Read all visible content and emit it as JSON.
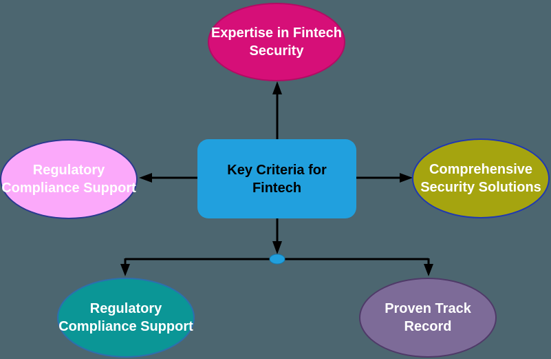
{
  "diagram": {
    "background_color": "#4c6670",
    "edge_color": "#000000",
    "center_node": {
      "label_lines": [
        "Key Criteria for",
        "Fintech"
      ],
      "fill": "#21a0de",
      "text_color": "#000000"
    },
    "nodes": [
      {
        "id": "expertise-in-fintech-security",
        "label_lines": [
          "Expertise in Fintech",
          "Security"
        ],
        "fill": "#d60f78",
        "border_color": "#b10c63",
        "text_color": "#ffffff"
      },
      {
        "id": "regulatory-compliance-support-left",
        "label_lines": [
          "Regulatory",
          "Compliance Support"
        ],
        "fill": "#fba9fa",
        "border_color": "#2b3990",
        "text_color": "#ffffff"
      },
      {
        "id": "comprehensive-security-solutions",
        "label_lines": [
          "Comprehensive",
          "Security Solutions"
        ],
        "fill": "#a5a40f",
        "border_color": "#2038b0",
        "text_color": "#ffffff"
      },
      {
        "id": "regulatory-compliance-support-bottom",
        "label_lines": [
          "Regulatory",
          "Compliance Support"
        ],
        "fill": "#0b9696",
        "border_color": "#2d6fae",
        "text_color": "#ffffff"
      },
      {
        "id": "proven-track-record",
        "label_lines": [
          "Proven Track",
          "Record"
        ],
        "fill": "#7d6b98",
        "border_color": "#4f3a68",
        "text_color": "#ffffff"
      }
    ],
    "junction_dot_color": "#21a0de"
  }
}
